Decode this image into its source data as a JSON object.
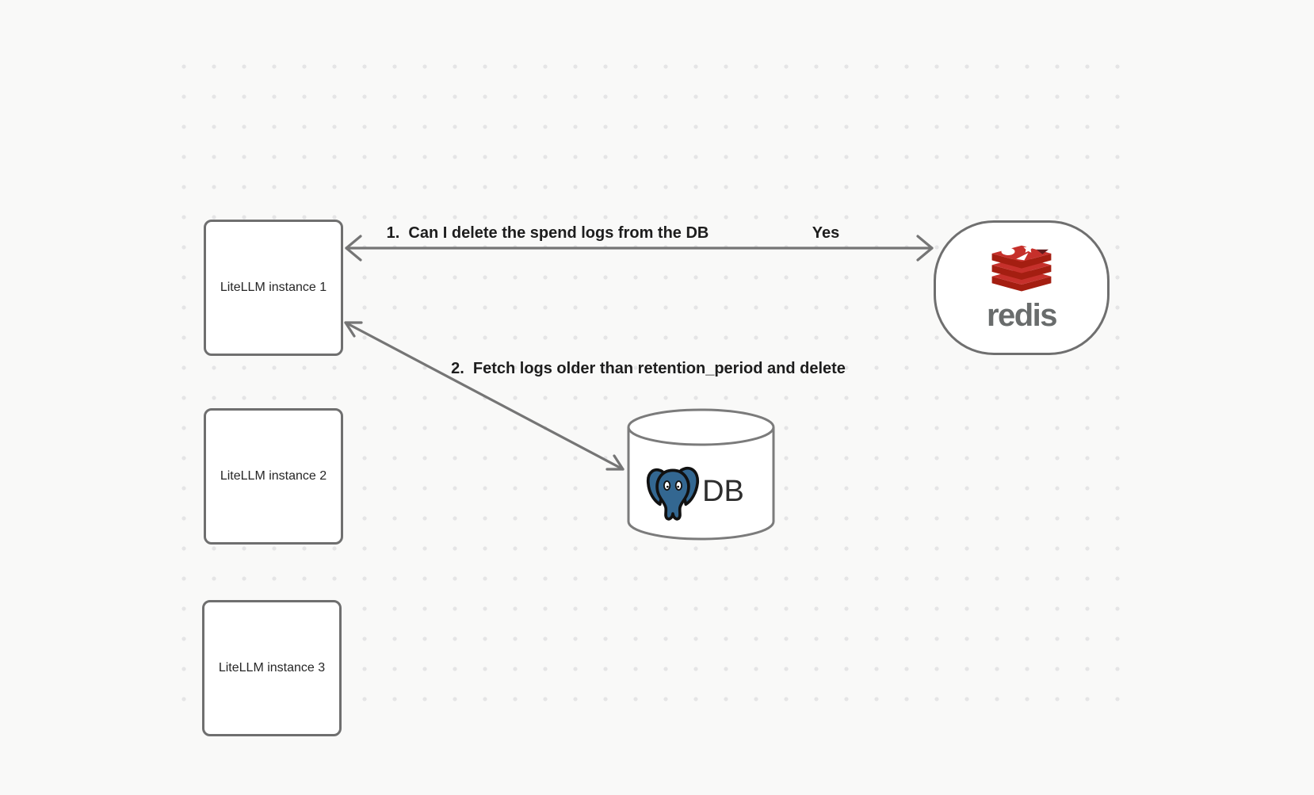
{
  "canvas": {
    "background_color": "#f9f9f8",
    "dot_color": "#e5e5e6",
    "stroke_color": "#6f6f6f"
  },
  "nodes": {
    "instance1": {
      "label": "LiteLLM instance 1"
    },
    "instance2": {
      "label": "LiteLLM instance 2"
    },
    "instance3": {
      "label": "LiteLLM instance 3"
    },
    "redis": {
      "wordmark": "redis",
      "brand_red": "#c6302b",
      "brand_red_dark": "#a41e11"
    },
    "db": {
      "label": "DB",
      "postgres_blue": "#336791"
    }
  },
  "arrows": {
    "arrow1": {
      "label": "1.  Can I delete the spend logs from the DB",
      "response": "Yes"
    },
    "arrow2": {
      "label": "2.  Fetch logs older than retention_period and delete"
    }
  }
}
